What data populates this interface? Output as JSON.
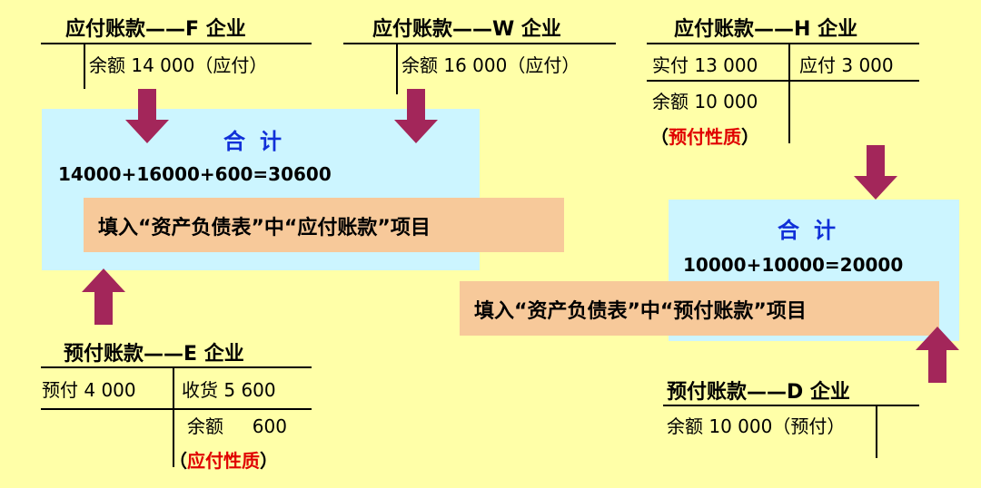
{
  "colors": {
    "background": "#ffffa8",
    "panel": "#ccf5ff",
    "fill_box": "#f7c99a",
    "arrow": "#a3265a",
    "sum_title": "#1030d8",
    "nature_text": "#e00000"
  },
  "accounts": {
    "f": {
      "title": "应付账款——F 企业",
      "left": "",
      "right": "余额  14 000（应付）"
    },
    "w": {
      "title": "应付账款——W 企业",
      "left": "",
      "right": "余额  16 000（应付）"
    },
    "h": {
      "title": "应付账款——H 企业",
      "left_row1": "实付 13 000",
      "right_row1": "应付  3 000",
      "left_row2": "余额  10 000",
      "nature": {
        "open": "（",
        "text": "预付性质",
        "close": "）"
      }
    },
    "e": {
      "title": "预付账款——E 企业",
      "left_row1": "预付  4 000",
      "right_row1": "收货  5 600",
      "right_row2": "余额     600",
      "nature": {
        "open": "（",
        "text": "应付性质",
        "close": "）"
      }
    },
    "d": {
      "title": "预付账款——D 企业",
      "left": "余额 10 000（预付）"
    }
  },
  "summary_payable": {
    "title": "合计",
    "formula": "14000+16000+600=30600",
    "fill": "填入“资产负债表”中“应付账款”项目"
  },
  "summary_prepaid": {
    "title": "合计",
    "formula": "10000+10000=20000",
    "fill": "填入“资产负债表”中“预付账款”项目"
  }
}
